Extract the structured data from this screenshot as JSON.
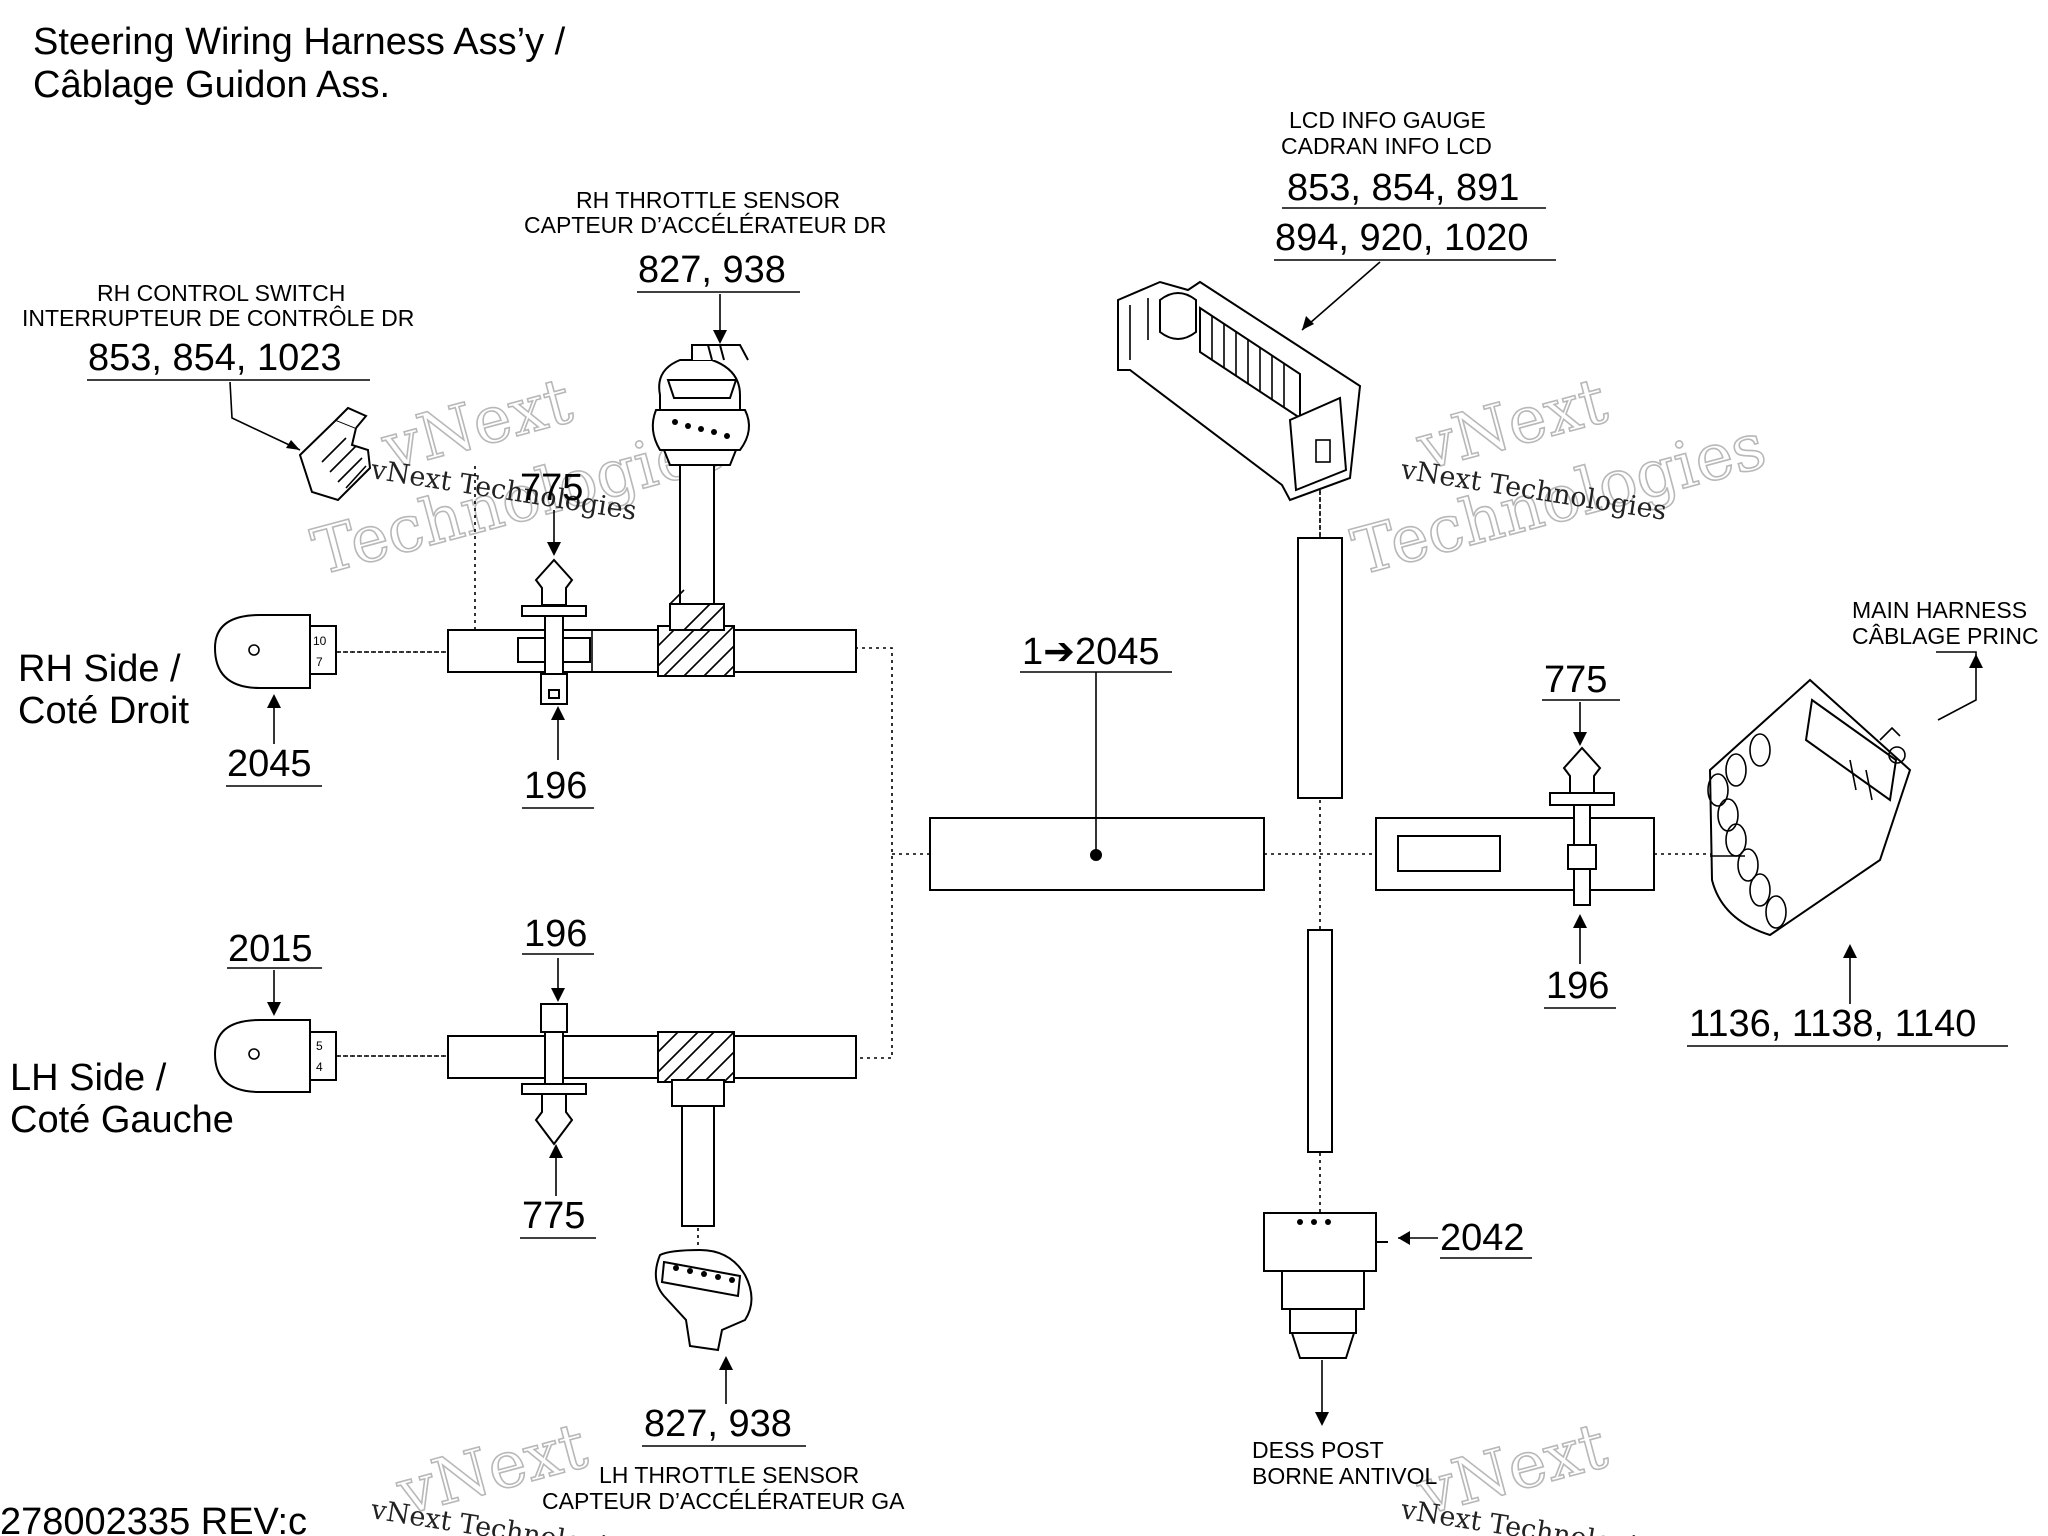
{
  "title": {
    "line1": "Steering Wiring Harness Ass’y /",
    "line2": "Câblage Guidon Ass."
  },
  "labels": {
    "lcd": {
      "en": "LCD INFO GAUGE",
      "fr": "CADRAN INFO LCD",
      "parts1": "853, 854, 891",
      "parts2": "894, 920, 1020"
    },
    "rh_throttle": {
      "en": "RH THROTTLE SENSOR",
      "fr": "CAPTEUR D’ACCÉLÉRATEUR DR",
      "parts": "827, 938"
    },
    "rh_control": {
      "en": "RH CONTROL SWITCH",
      "fr": "INTERRUPTEUR DE CONTRÔLE DR",
      "parts": "853, 854, 1023"
    },
    "main_harness": {
      "en": "MAIN HARNESS",
      "fr": "CÂBLAGE PRINC",
      "parts": "1136, 1138, 1140"
    },
    "lh_throttle": {
      "en": "LH THROTTLE SENSOR",
      "fr": "CAPTEUR D’ACCÉLÉRATEUR GA",
      "parts": "827, 938"
    },
    "dess": {
      "en": "DESS POST",
      "fr": "BORNE ANTIVOL"
    },
    "rh_side": {
      "line1": "RH Side /",
      "line2": "Coté Droit"
    },
    "lh_side": {
      "line1": "LH Side /",
      "line2": "Coté Gauche"
    },
    "harness_ref": "1➔2045"
  },
  "callouts": {
    "rh_grip": "2045",
    "lh_grip": "2015",
    "rh_clip_top": "775",
    "rh_tie": "196",
    "lh_tie": "196",
    "lh_clip_bottom": "775",
    "main_clip_top": "775",
    "main_tie": "196",
    "dess_ref": "2042"
  },
  "grip_rh_pins": {
    "top": "10",
    "bottom": "7"
  },
  "grip_lh_pins": {
    "top": "5",
    "bottom": "4"
  },
  "footer": {
    "doc_number": "278002335 REV:c"
  },
  "watermark": {
    "line1": "vNext",
    "line2": "Technologies",
    "small": "vNext Technologies"
  }
}
